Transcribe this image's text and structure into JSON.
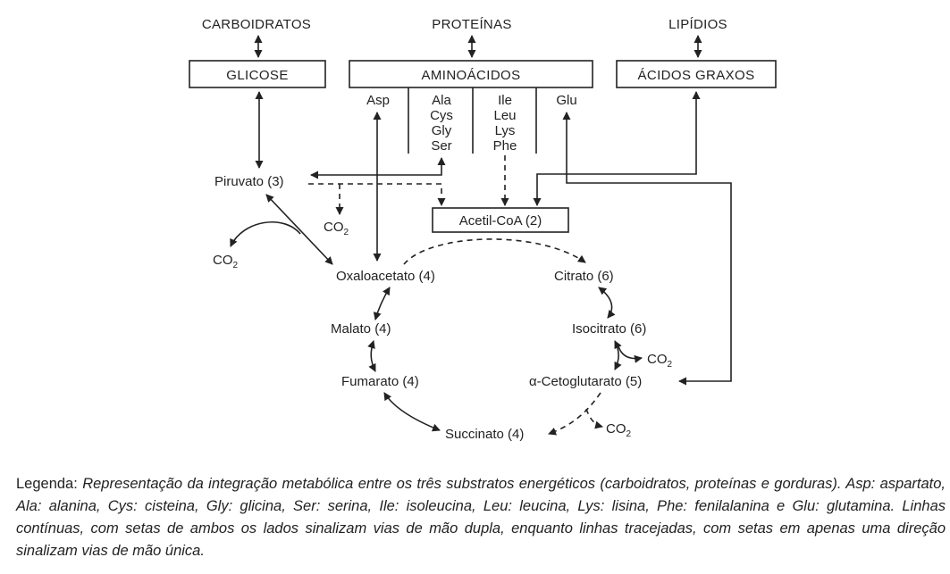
{
  "diagram": {
    "carboidratos": "CARBOIDRATOS",
    "proteinas": "PROTEÍNAS",
    "lipidios": "LIPÍDIOS",
    "glicose": "GLICOSE",
    "aminoacidos": "AMINOÁCIDOS",
    "acidos_graxos": "ÁCIDOS GRAXOS",
    "asp": "Asp",
    "col1": [
      "Ala",
      "Cys",
      "Gly",
      "Ser"
    ],
    "col2": [
      "Ile",
      "Leu",
      "Lys",
      "Phe"
    ],
    "glu": "Glu",
    "piruvato": "Piruvato (3)",
    "acetil_coa": "Acetil-CoA (2)",
    "co2": "CO",
    "co2_sub": "2",
    "oxaloacetato": "Oxaloacetato (4)",
    "citrato": "Citrato (6)",
    "malato": "Malato (4)",
    "isocitrato": "Isocitrato (6)",
    "fumarato": "Fumarato (4)",
    "cetoglutarato": "α-Cetoglutarato (5)",
    "succinato": "Succinato (4)"
  },
  "legend": {
    "label": "Legenda:",
    "text": "Representação da integração metabólica entre os três substratos energéticos (carboidratos, proteínas e gorduras). Asp: aspartato, Ala: alanina, Cys: cisteina, Gly: glicina, Ser: serina, Ile: isoleucina, Leu: leucina, Lys: lisina, Phe: fenilalanina e Glu: glutamina. Linhas contínuas, com setas de ambos os lados sinalizam vias de mão dupla, enquanto linhas tracejadas, com setas em apenas uma direção sinalizam vias de mão única."
  }
}
